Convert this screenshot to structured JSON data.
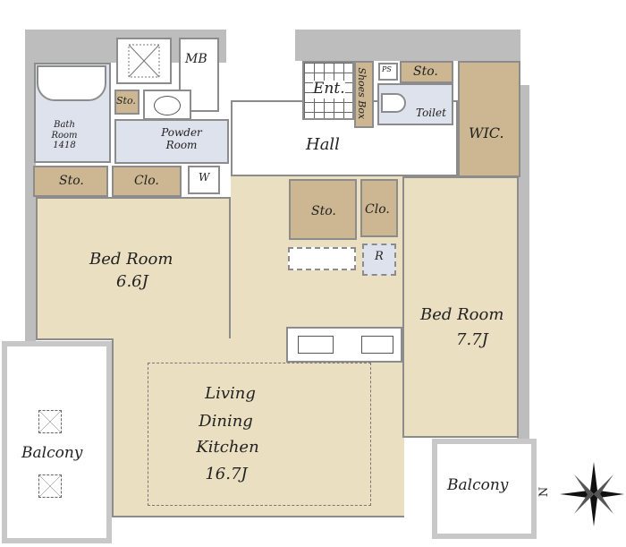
{
  "rooms": {
    "mb": "MB",
    "sto_small": "Sto.",
    "bath_room": "Bath Room 1418",
    "powder_room": "Powder Room",
    "washer": "W",
    "sto_left": "Sto.",
    "clo_left": "Clo.",
    "bed_room_1": "Bed Room",
    "bed_room_1_size": "6.6J",
    "ent": "Ent.",
    "shoes_box": "Shoes Box",
    "ps": "PS",
    "sto_toilet": "Sto.",
    "toilet": "Toilet",
    "hall": "Hall",
    "wic": "WIC.",
    "sto_middle": "Sto.",
    "clo_middle": "Clo.",
    "refrigerator": "R",
    "bed_room_2": "Bed Room",
    "bed_room_2_size": "7.7J",
    "ldk_line1": "Living",
    "ldk_line2": "Dining",
    "ldk_line3": "Kitchen",
    "ldk_size": "16.7J",
    "balcony_left": "Balcony",
    "balcony_right": "Balcony"
  },
  "compass": {
    "north_label": "N"
  },
  "colors": {
    "wall": "#bdbdbd",
    "storage": "#cdb792",
    "room": "#ebdfc1",
    "wet": "#dde2ec"
  }
}
